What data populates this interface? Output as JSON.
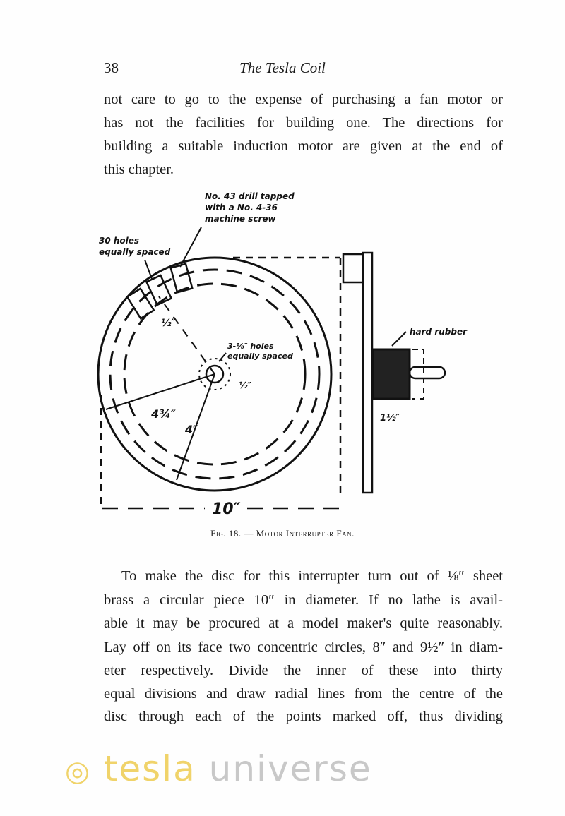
{
  "header": {
    "page_number": "38",
    "running_title": "The Tesla Coil"
  },
  "paragraph_1": [
    "not care to go to the expense of purchasing a fan motor or",
    "has not the facilities for building one.  The directions for",
    "building a suitable induction motor are given at the end of",
    "this chapter."
  ],
  "figure": {
    "labels": {
      "holes": "30 holes equally spaced",
      "holes_l1": "30 holes",
      "holes_l2": "equally spaced",
      "drill_l1": "No. 43 drill tapped",
      "drill_l2": "with a No. 4-36",
      "drill_l3": "machine screw",
      "center_holes_l1": "3-⅛″ holes",
      "center_holes_l2": "equally spaced",
      "small_dim": "½″",
      "dim_half_inch": "½″",
      "radius_outer": "4¾″",
      "radius_inner": "4″",
      "diameter": "10″",
      "hub_width": "1½″",
      "hard_rubber": "hard rubber"
    },
    "caption": "Fig. 18. — Motor Interrupter Fan."
  },
  "paragraph_2": [
    "To make the disc for this interrupter turn out of ⅛″ sheet",
    "brass a circular piece 10″ in diameter.  If no lathe is avail-",
    "able it may be procured at a model maker's quite reasonably.",
    "Lay off on its face two concentric circles, 8″ and 9½″ in diam-",
    "eter respectively.  Divide the inner of these into thirty",
    "equal divisions and draw radial lines from the centre of the",
    "disc through each of the points marked off, thus dividing"
  ],
  "watermark": {
    "word1": "tesla",
    "word2": "universe",
    "color1": "#f0d36a",
    "color2": "#c8c8c8"
  }
}
